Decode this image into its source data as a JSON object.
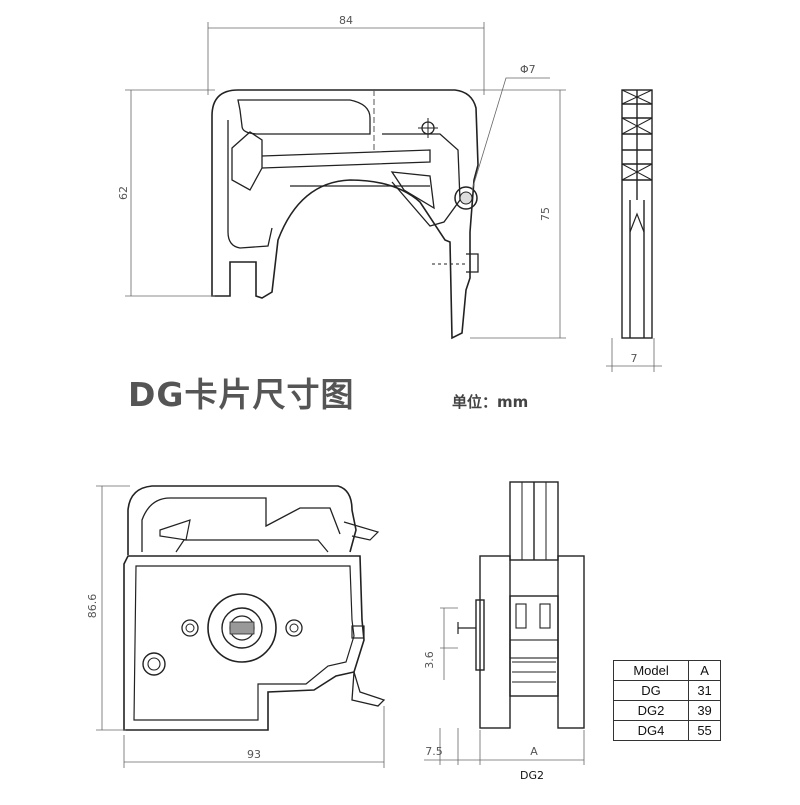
{
  "title": "DG卡片尺寸图",
  "unit_label": "单位：mm",
  "card_drawing": {
    "width_dim": "84",
    "height_dim": "62",
    "right_dim": "75",
    "hole_dim": "Φ7",
    "side_thickness_dim": "7"
  },
  "pump_drawing": {
    "height_dim": "86.6",
    "width_dim": "93",
    "shaft_dim": "3.6",
    "offset_dim": "7.5",
    "a_dim": "A",
    "caption": "DG2"
  },
  "model_table": {
    "headers": [
      "Model",
      "A"
    ],
    "rows": [
      {
        "model": "DG",
        "a": "31"
      },
      {
        "model": "DG2",
        "a": "39"
      },
      {
        "model": "DG4",
        "a": "55"
      }
    ]
  },
  "colors": {
    "line": "#222222",
    "dim": "#666666",
    "text": "#555555"
  }
}
